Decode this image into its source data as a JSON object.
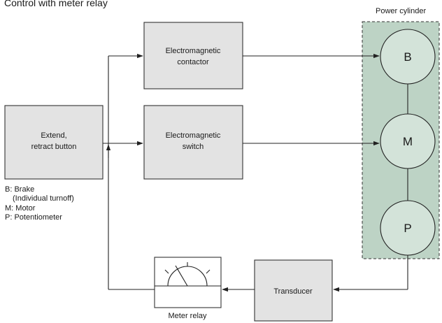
{
  "title": "Control with meter relay",
  "cylinder_label": "Power cylinder",
  "colors": {
    "cylinder_fill": "#bdd3c5",
    "box_fill": "#e3e3e3",
    "line": "#222222"
  },
  "boxes": {
    "extend": [
      "Extend,",
      "retract button"
    ],
    "contactor": [
      "Electromagnetic",
      "contactor"
    ],
    "switch": [
      "Electromagnetic",
      "switch"
    ],
    "transducer": [
      "Transducer"
    ],
    "meter_relay": "Meter relay"
  },
  "circles": {
    "brake": "B",
    "motor": "M",
    "potentiometer": "P"
  },
  "legend": [
    "B: Brake",
    "(Individual turnoff)",
    "M: Motor",
    "P: Potentiometer"
  ]
}
